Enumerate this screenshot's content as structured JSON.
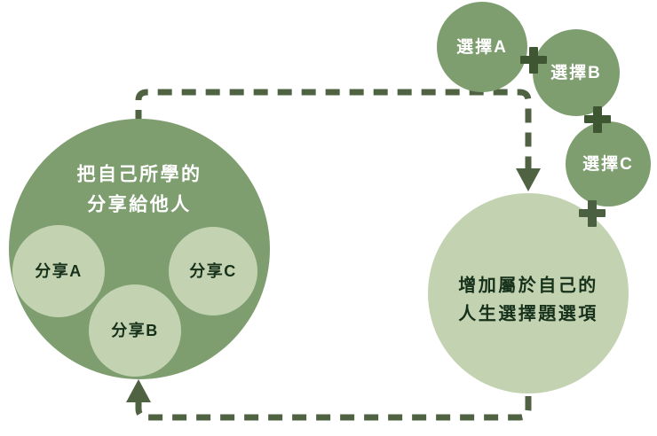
{
  "diagram": {
    "background": "#ffffff",
    "colors": {
      "dark_green": "#7e9e70",
      "light_green": "#c3d3b2",
      "arrow_green": "#4f6343",
      "plus_green": "#3f5633",
      "text_light": "#ffffff",
      "text_dark": "#16301a"
    },
    "left_group": {
      "title_line1": "把自己所學的",
      "title_line2": "分享給他人",
      "items": [
        {
          "label": "分享A"
        },
        {
          "label": "分享B"
        },
        {
          "label": "分享C"
        }
      ]
    },
    "right_group": {
      "options": [
        {
          "label": "選擇A"
        },
        {
          "label": "選擇B"
        },
        {
          "label": "選擇C"
        }
      ],
      "operators": [
        "+",
        "+",
        "+"
      ],
      "result_line1": "增加屬於自己的",
      "result_line2": "人生選擇題選項"
    },
    "connectors": [
      {
        "name": "left-to-right-flow",
        "direction": "down"
      },
      {
        "name": "right-to-left-flow",
        "direction": "up"
      }
    ]
  }
}
